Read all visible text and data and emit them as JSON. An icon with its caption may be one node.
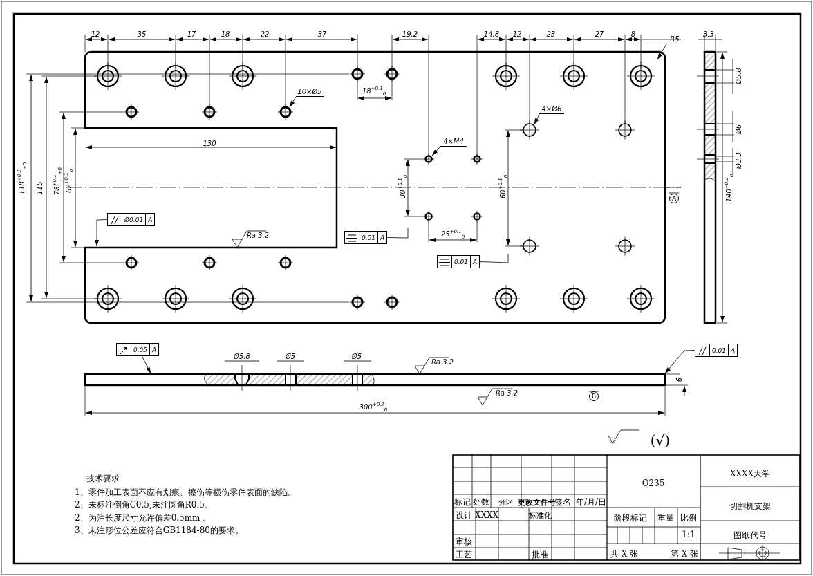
{
  "diagram": {
    "nodes": [
      {
        "text": [
          "R5"
        ]
      },
      {
        "text": [
          "10×Ø5"
        ]
      },
      {
        "text": [
          "4×Ø6"
        ]
      },
      {
        "text": [
          "4×M4"
        ]
      },
      {
        "text": [
          "Ø0.01",
          "A"
        ]
      },
      {
        "text": [
          "0.01",
          "A"
        ]
      },
      {
        "text": [
          "0.01",
          "A"
        ]
      },
      {
        "text": [
          "0.05",
          "A"
        ]
      },
      {
        "text": [
          "0.01",
          "A"
        ]
      },
      {
        "text": [],
        "shape": "picture"
      }
    ],
    "edges": [
      {
        "from": 0,
        "to": null,
        "arrow": "to"
      },
      {
        "from": 1,
        "to": null,
        "arrow": "to"
      },
      {
        "from": 2,
        "to": null,
        "arrow": "to"
      },
      {
        "from": 3,
        "to": null,
        "arrow": "to"
      },
      {
        "from": 4,
        "to": null,
        "arrow": "to"
      },
      {
        "from": 5,
        "to": null,
        "arrow": "none"
      },
      {
        "from": 6,
        "to": null,
        "arrow": "none"
      },
      {
        "from": 7,
        "to": 9,
        "arrow": "to"
      },
      {
        "from": 8,
        "to": 9,
        "arrow": "to"
      }
    ],
    "labels": [
      "12",
      "35",
      "17",
      "18",
      "22",
      "37",
      "19.2",
      "14.8",
      "12",
      "23",
      "27",
      "8",
      "3.3",
      "18$^{+0.1}$$_{0}$",
      "130",
      "118$^{+0.1}$$_{+0}$",
      "115",
      "78$^{+0.1}$$_{+0}$",
      "62$^{+0.1}$$_{0}$",
      "30$^{+0.1}$$_{0}$",
      "60$^{+0.1}$$_{0}$",
      "25$^{+0.1}$$_{0}$",
      "A",
      "Ra 3.2",
      "140$^{+0.2}$$_{0}$",
      "Ø5.8",
      "Ø6",
      "Ø3.3",
      "Ø5.8",
      "Ø5",
      "Ø5",
      "Ra 3.2",
      "6",
      "Ra 3.2",
      "B",
      "300$^{+0.2}$$_{0}$",
      "(√)",
      "技术要求",
      "1、零件加工表面不应有划痕、擦伤等损伤零件表面的缺陷。",
      "2、未标注倒角C0.5,未注圆角R0.5。",
      "2、为注长度尺寸允许偏差0.5mm 。",
      "3、未注形位公差应符合GB1184-80的要求。",
      "XXXX大学",
      "Q235",
      "标记",
      "处数",
      "分区",
      "更改文件号",
      "签名",
      "年/月/日",
      "切割机支架",
      "设计",
      "XXXX",
      "标准化",
      "阶段标记",
      "重量",
      "比例",
      "1:1",
      "图纸代号",
      "审核",
      "工艺",
      "批准",
      "共 X 张",
      "第 X 张"
    ]
  }
}
